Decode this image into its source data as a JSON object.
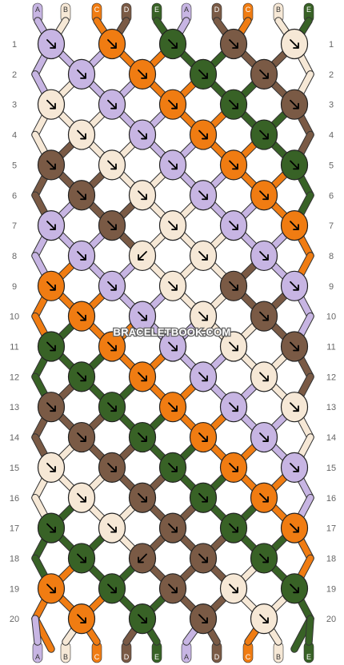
{
  "site": {
    "watermark": "BRACELETBOOK.COM"
  },
  "colors": {
    "A": "#c7b5e3",
    "B": "#f6e8d6",
    "C": "#f07c12",
    "D": "#7a5a45",
    "E": "#386226"
  },
  "strands_top": [
    "A",
    "B",
    "C",
    "D",
    "E",
    "A",
    "D",
    "C",
    "B",
    "E"
  ],
  "strands_bottom": [
    "A",
    "B",
    "C",
    "D",
    "E",
    "A",
    "D",
    "C",
    "B",
    "E"
  ],
  "row_numbers": [
    "1",
    "2",
    "3",
    "4",
    "5",
    "6",
    "7",
    "8",
    "9",
    "10",
    "11",
    "12",
    "13",
    "14",
    "15",
    "16",
    "17",
    "18",
    "19",
    "20"
  ],
  "knot_rows": [
    [
      "A",
      "C",
      "E",
      "D",
      "B"
    ],
    [
      "A",
      "C",
      "E",
      "D"
    ],
    [
      "B",
      "A",
      "C",
      "E",
      "D"
    ],
    [
      "B",
      "A",
      "C",
      "E"
    ],
    [
      "D",
      "B",
      "A",
      "C",
      "E"
    ],
    [
      "D",
      "B",
      "A",
      "C"
    ],
    [
      "A",
      "D",
      "B",
      "A",
      "C"
    ],
    [
      "A",
      "B",
      "B",
      "A"
    ],
    [
      "C",
      "A",
      "B",
      "D",
      "A"
    ],
    [
      "C",
      "A",
      "B",
      "D"
    ],
    [
      "E",
      "C",
      "A",
      "B",
      "D"
    ],
    [
      "E",
      "C",
      "A",
      "B"
    ],
    [
      "D",
      "E",
      "C",
      "A",
      "B"
    ],
    [
      "D",
      "E",
      "C",
      "A"
    ],
    [
      "B",
      "D",
      "E",
      "C",
      "A"
    ],
    [
      "B",
      "D",
      "E",
      "C"
    ],
    [
      "E",
      "B",
      "D",
      "E",
      "C"
    ],
    [
      "E",
      "D",
      "D",
      "E"
    ],
    [
      "C",
      "E",
      "D",
      "B",
      "E"
    ],
    [
      "C",
      "E",
      "D",
      "B"
    ]
  ],
  "knot_directions": [
    [
      "se",
      "se",
      "se",
      "se",
      "se"
    ],
    [
      "se",
      "se",
      "se",
      "se"
    ],
    [
      "se",
      "se",
      "se",
      "se",
      "se"
    ],
    [
      "se",
      "se",
      "se",
      "se"
    ],
    [
      "se",
      "se",
      "se",
      "se",
      "se"
    ],
    [
      "se",
      "se",
      "se",
      "se"
    ],
    [
      "se",
      "se",
      "se",
      "se",
      "se"
    ],
    [
      "se",
      "sw",
      "se",
      "se"
    ],
    [
      "se",
      "se",
      "se",
      "se",
      "se"
    ],
    [
      "se",
      "se",
      "se",
      "se"
    ],
    [
      "se",
      "se",
      "se",
      "se",
      "se"
    ],
    [
      "se",
      "se",
      "se",
      "se"
    ],
    [
      "se",
      "se",
      "se",
      "se",
      "se"
    ],
    [
      "se",
      "se",
      "se",
      "se"
    ],
    [
      "se",
      "se",
      "se",
      "se",
      "se"
    ],
    [
      "se",
      "se",
      "se",
      "se"
    ],
    [
      "se",
      "se",
      "se",
      "se",
      "se"
    ],
    [
      "se",
      "sw",
      "se",
      "se"
    ],
    [
      "se",
      "se",
      "se",
      "se",
      "se"
    ],
    [
      "se",
      "se",
      "se",
      "se"
    ]
  ]
}
